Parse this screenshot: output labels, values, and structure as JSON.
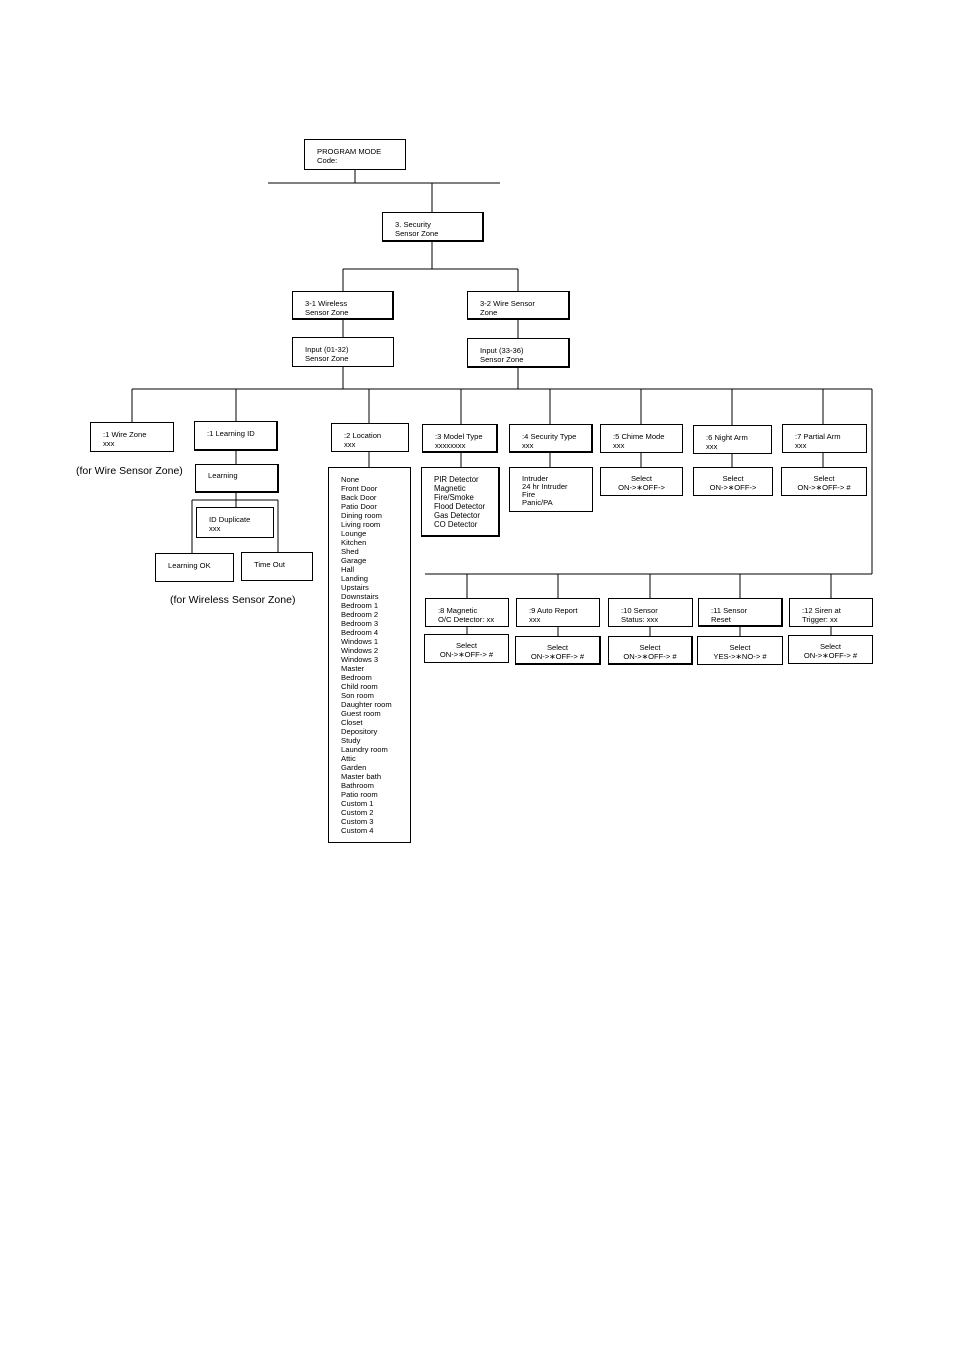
{
  "program_mode": "PROGRAM MODE\nCode:",
  "security_zone": "3. Security\nSensor Zone",
  "wireless_zone": "3-1 Wireless\nSensor Zone",
  "wire_zone": "3-2 Wire Sensor\nZone",
  "input_wireless": "Input (01-32)\nSensor Zone",
  "input_wire": "Input (33-36)\nSensor Zone",
  "menu_wire_zone": ":1 Wire Zone\nxxx",
  "menu_learning_id": ":1 Learning ID",
  "menu_location": ":2 Location\nxxx",
  "menu_model_type": ":3 Model Type\nxxxxxxxx",
  "menu_security_type": ":4 Security Type\nxxx",
  "menu_chime_mode": ":5 Chime Mode\nxxx",
  "menu_night_arm": ":6 Night Arm\nxxx",
  "menu_partial_arm": ":7 Partial Arm\nxxx",
  "learning": "Learning",
  "id_duplicate": "ID Duplicate\nxxx",
  "learning_ok": "Learning OK",
  "time_out": "Time Out",
  "note_wire": "(for Wire Sensor Zone)",
  "note_wireless": "(for Wireless Sensor Zone)",
  "location_options": [
    "None",
    "Front Door",
    "Back Door",
    "Patio Door",
    "Dining room",
    "Living room",
    "Lounge",
    "Kitchen",
    "Shed",
    "Garage",
    "Hall",
    "Landing",
    "Upstairs",
    "Downstairs",
    "Bedroom 1",
    "Bedroom 2",
    "Bedroom 3",
    "Bedroom 4",
    "Windows 1",
    "Windows 2",
    "Windows 3",
    "Master",
    "Bedroom",
    "Child room",
    "Son room",
    "Daughter room",
    "Guest room",
    "Closet",
    "Depository",
    "Study",
    "Laundry room",
    "Attic",
    "Garden",
    "Master bath",
    "Bathroom",
    "Patio room",
    "Custom 1",
    "Custom 2",
    "Custom 3",
    "Custom 4"
  ],
  "model_options": [
    "PIR Detector",
    "Magnetic",
    "Fire/Smoke",
    "Flood Detector",
    "Gas Detector",
    "CO Detector"
  ],
  "security_options": [
    "Intruder",
    "24 hr Intruder",
    "Fire",
    "Panic/PA"
  ],
  "select_chime": "Select\nON->∗OFF->",
  "select_night": "Select\nON->∗OFF->",
  "select_partial": "Select\nON->∗OFF-> #",
  "menu_magnetic": ":8 Magnetic\nO/C Detector: xx",
  "menu_auto_report": ":9 Auto Report\nxxx",
  "menu_sensor_status": ":10 Sensor\nStatus: xxx",
  "menu_sensor_reset": ":11 Sensor\nReset",
  "menu_siren": ":12 Siren at\nTrigger: xx",
  "select_magnetic": "Select\nON->∗OFF-> #",
  "select_auto_report": "Select\nON->∗OFF-> #",
  "select_sensor_status": "Select\nON->∗OFF-> #",
  "select_sensor_reset": "Select\nYES->∗NO-> #",
  "select_siren": "Select\nON->∗OFF-> #"
}
